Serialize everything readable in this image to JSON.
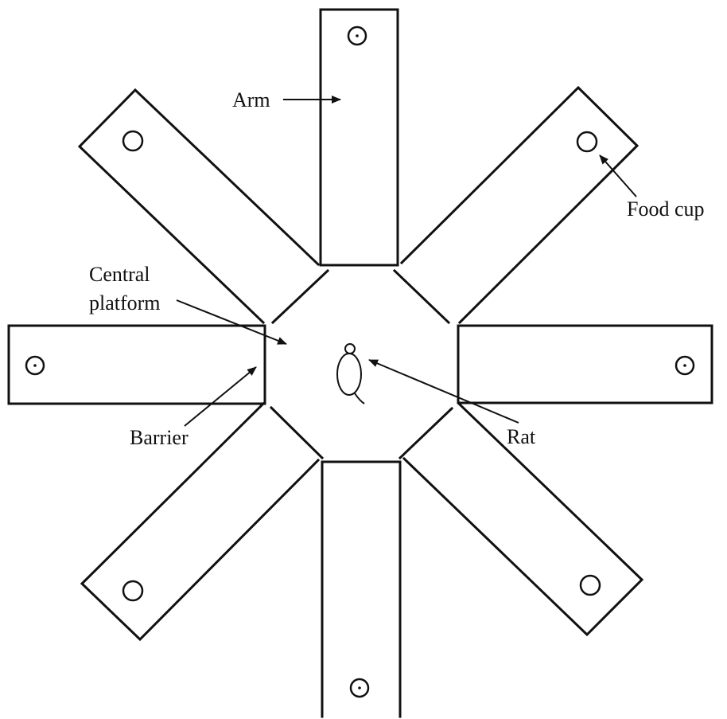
{
  "labels": {
    "arm": "Arm",
    "food_cup": "Food cup",
    "central_platform_line1": "Central",
    "central_platform_line2": "platform",
    "barrier": "Barrier",
    "rat": "Rat"
  },
  "colors": {
    "line": "#111111",
    "background": "#ffffff"
  }
}
